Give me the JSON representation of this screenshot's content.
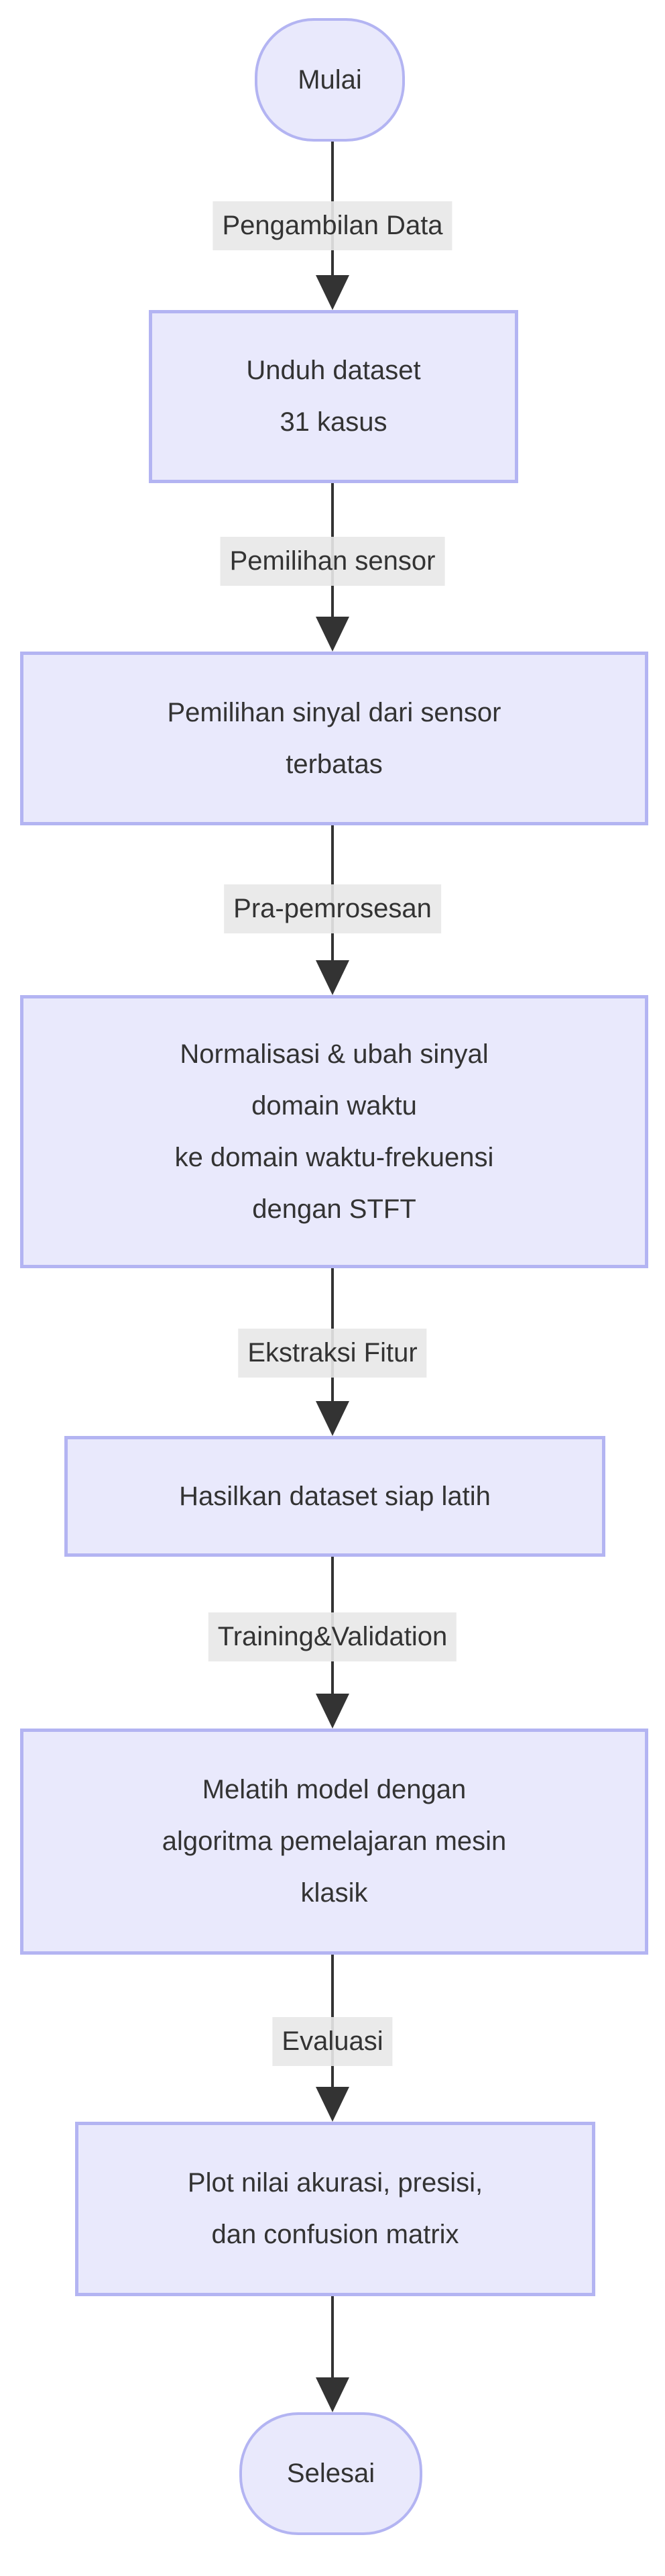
{
  "diagram": {
    "type": "flowchart",
    "direction": "top-down",
    "colors": {
      "node_fill": "#e9e9fc",
      "node_border": "#b3b4f2",
      "text": "#333333",
      "edge_label_bg": "#e8e8e8",
      "arrow": "#333333",
      "background": "#ffffff"
    },
    "nodes": [
      {
        "id": "start",
        "shape": "stadium",
        "label": "Mulai"
      },
      {
        "id": "unduh",
        "shape": "rect",
        "label": "Unduh dataset\n31 kasus"
      },
      {
        "id": "pemilihan",
        "shape": "rect",
        "label": "Pemilihan sinyal dari sensor\nterbatas"
      },
      {
        "id": "normalisasi",
        "shape": "rect",
        "label": "Normalisasi & ubah sinyal\ndomain waktu\nke domain waktu-frekuensi\ndengan STFT"
      },
      {
        "id": "hasilkan",
        "shape": "rect",
        "label": "Hasilkan dataset siap latih"
      },
      {
        "id": "melatih",
        "shape": "rect",
        "label": "Melatih model dengan\nalgoritma pemelajaran mesin\nklasik"
      },
      {
        "id": "plot",
        "shape": "rect",
        "label": "Plot nilai akurasi, presisi,\ndan confusion matrix"
      },
      {
        "id": "end",
        "shape": "stadium",
        "label": "Selesai"
      }
    ],
    "edges": [
      {
        "from": "start",
        "to": "unduh",
        "label": "Pengambilan Data"
      },
      {
        "from": "unduh",
        "to": "pemilihan",
        "label": "Pemilihan sensor"
      },
      {
        "from": "pemilihan",
        "to": "normalisasi",
        "label": "Pra-pemrosesan"
      },
      {
        "from": "normalisasi",
        "to": "hasilkan",
        "label": "Ekstraksi Fitur"
      },
      {
        "from": "hasilkan",
        "to": "melatih",
        "label": "Training&Validation"
      },
      {
        "from": "melatih",
        "to": "plot",
        "label": "Evaluasi"
      },
      {
        "from": "plot",
        "to": "end",
        "label": ""
      }
    ]
  }
}
